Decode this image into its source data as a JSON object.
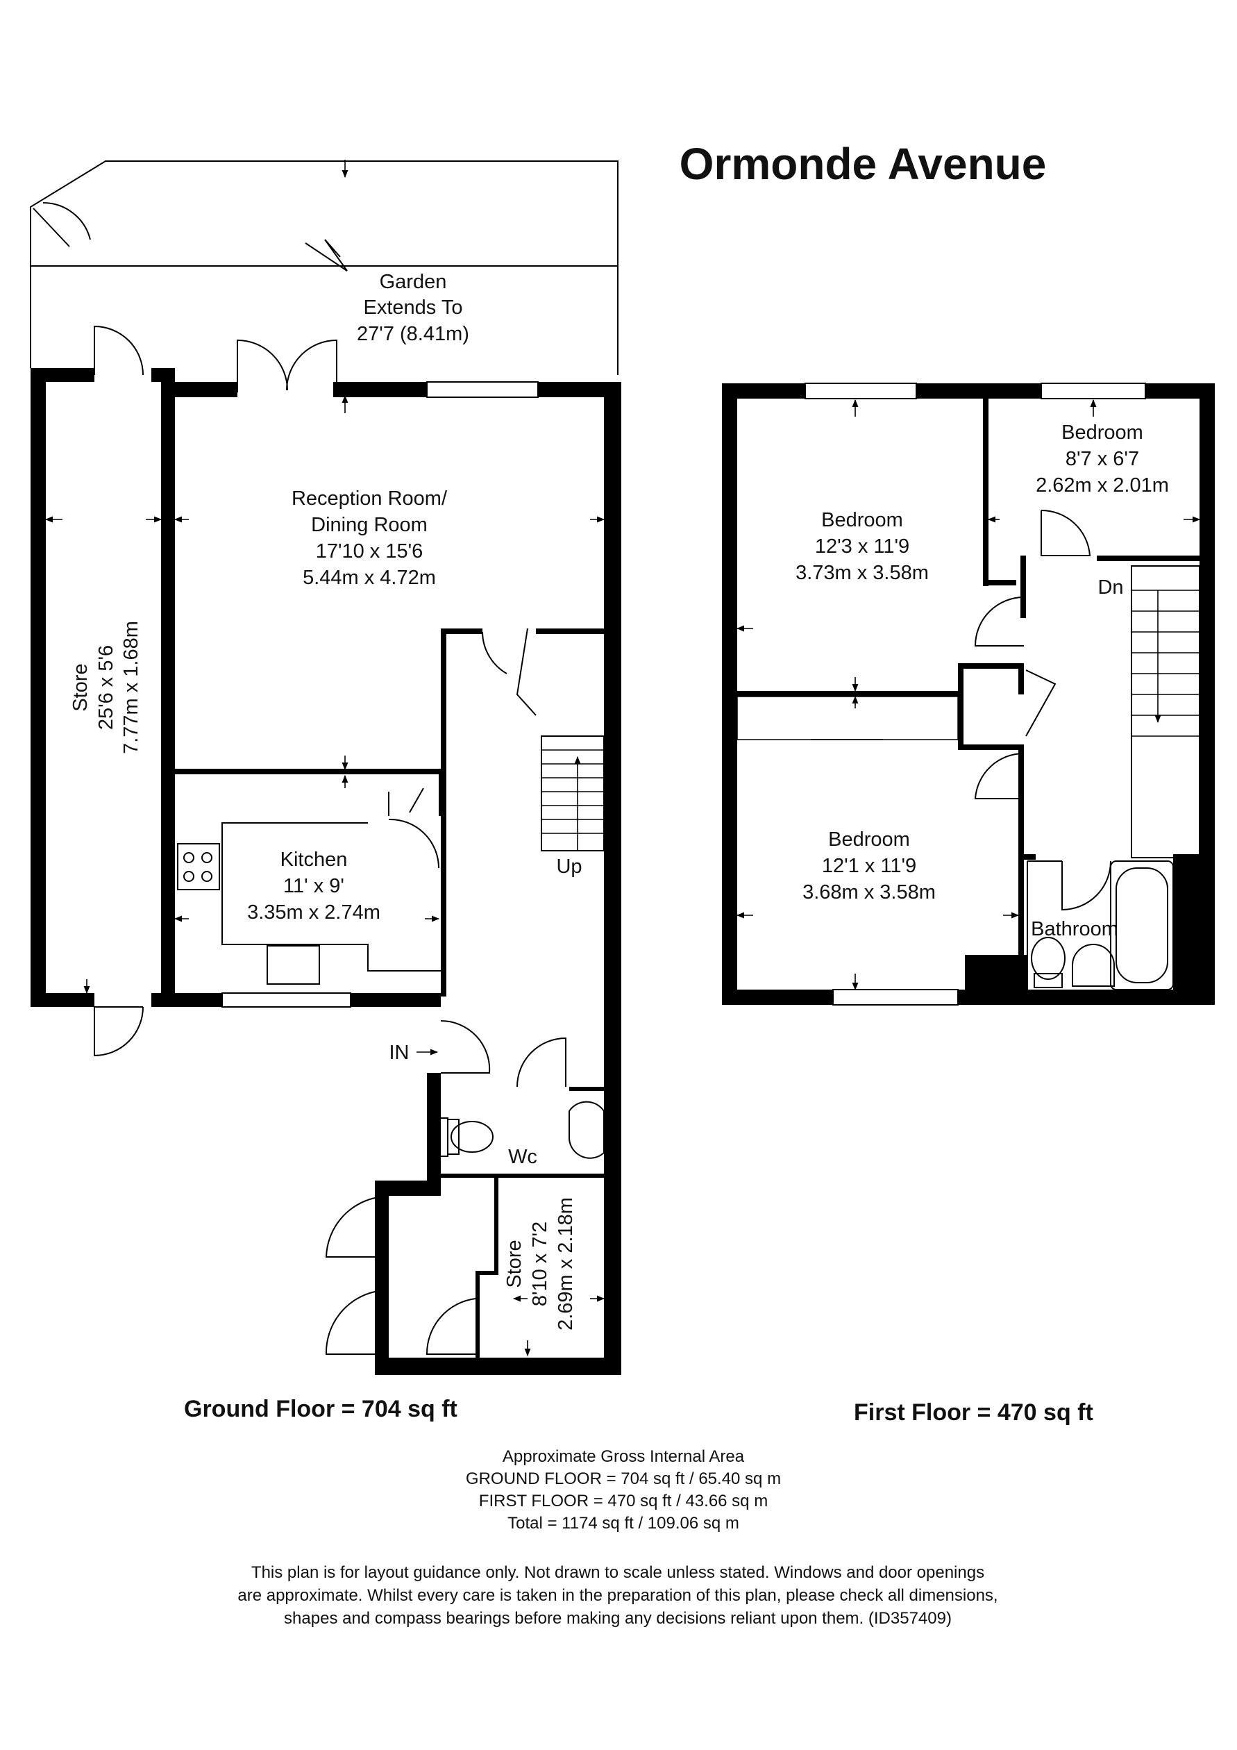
{
  "title": "Ormonde Avenue",
  "ground_floor": {
    "summary": "Ground Floor = 704 sq ft",
    "rooms": {
      "garden": {
        "name": "Garden",
        "line2": "Extends To",
        "dims": "27'7 (8.41m)"
      },
      "reception": {
        "name": "Reception Room/",
        "line2": "Dining Room",
        "imperial": "17'10 x 15'6",
        "metric": "5.44m x 4.72m"
      },
      "kitchen": {
        "name": "Kitchen",
        "imperial": "11' x 9'",
        "metric": "3.35m x 2.74m"
      },
      "store_side": {
        "name": "Store",
        "imperial": "25'6 x 5'6",
        "metric": "7.77m x 1.68m"
      },
      "store_front": {
        "name": "Store",
        "imperial": "8'10 x 7'2",
        "metric": "2.69m x 2.18m"
      },
      "wc": {
        "name": "Wc"
      }
    },
    "up_label": "Up",
    "in_label": "IN"
  },
  "first_floor": {
    "summary": "First Floor = 470 sq ft",
    "rooms": {
      "bedroom_small": {
        "name": "Bedroom",
        "imperial": "8'7 x 6'7",
        "metric": "2.62m x 2.01m"
      },
      "bedroom_back": {
        "name": "Bedroom",
        "imperial": "12'3 x 11'9",
        "metric": "3.73m x 3.58m"
      },
      "bedroom_front": {
        "name": "Bedroom",
        "imperial": "12'1 x 11'9",
        "metric": "3.68m x 3.58m"
      },
      "bathroom": {
        "name": "Bathroom"
      }
    },
    "dn_label": "Dn"
  },
  "area": {
    "heading": "Approximate Gross Internal Area",
    "ground": "GROUND FLOOR = 704 sq ft / 65.40 sq m",
    "first": "FIRST FLOOR = 470 sq ft / 43.66 sq m",
    "total": "Total = 1174 sq ft / 109.06 sq m"
  },
  "disclaimer": {
    "line1": "This plan is for layout guidance only. Not drawn to scale unless stated. Windows and door openings",
    "line2": "are approximate. Whilst every care is taken in the preparation of this plan, please check all dimensions,",
    "line3": "shapes and compass bearings before making any decisions reliant upon them. (ID357409)"
  }
}
